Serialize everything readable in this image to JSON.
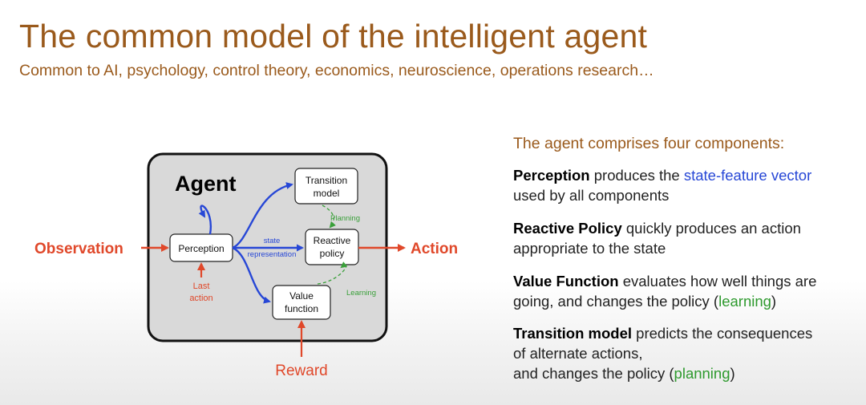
{
  "title": "The common model of the intelligent agent",
  "subtitle": "Common to AI, psychology, control theory, economics, neuroscience, operations research…",
  "diagram": {
    "agent_label": "Agent",
    "observation": "Observation",
    "action": "Action",
    "reward": "Reward",
    "last_action": [
      "Last",
      "action"
    ],
    "perception": "Perception",
    "transition_model": [
      "Transition",
      "model"
    ],
    "reactive_policy": [
      "Reactive",
      "policy"
    ],
    "value_function": [
      "Value",
      "function"
    ],
    "state_representation": [
      "state",
      "representation"
    ],
    "planning": "Planning",
    "learning": "Learning"
  },
  "components": {
    "heading": "The agent comprises four components:",
    "perception": {
      "name": "Perception",
      "text1": " produces the ",
      "highlight": "state-feature vector",
      "line2": "used by all components"
    },
    "reactive_policy": {
      "name": "Reactive Policy",
      "text1": " quickly produces an action",
      "line2": "appropriate to the state"
    },
    "value_function": {
      "name": "Value Function",
      "text1": " evaluates how well things are",
      "line2_pre": "going, and changes the policy (",
      "line2_hl": "learning",
      "line2_post": ")"
    },
    "transition_model": {
      "name": "Transition model",
      "text1": " predicts the consequences",
      "line2": "of alternate actions,",
      "line3_pre": "and changes the policy (",
      "line3_hl": "planning",
      "line3_post": ")"
    }
  },
  "colors": {
    "title": "#9a5a1c",
    "io_arrow": "#e0482a",
    "blue_arrow": "#2747d6",
    "green": "#3aa03a",
    "agent_fill": "#d9d9d9"
  }
}
